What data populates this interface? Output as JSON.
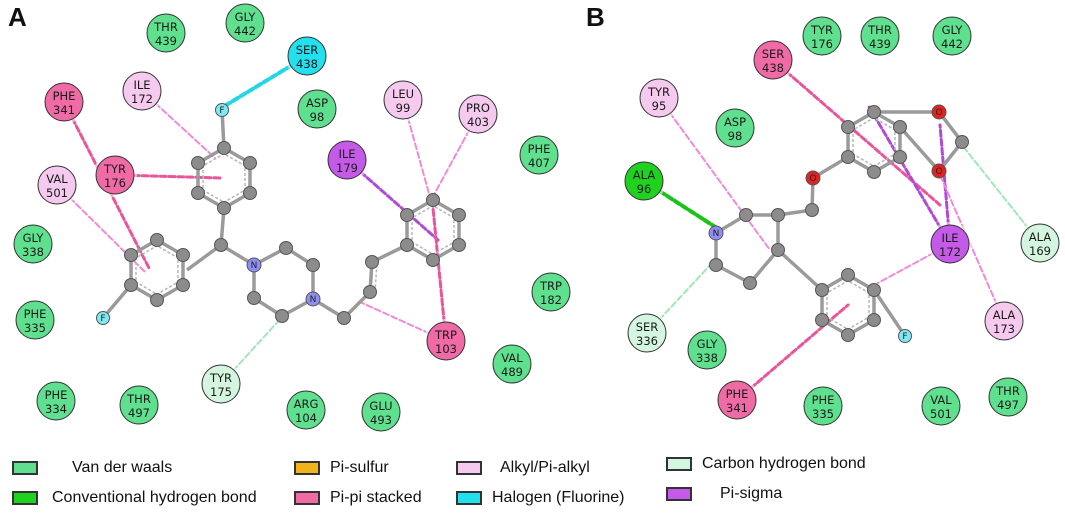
{
  "panels": [
    {
      "letter": "A"
    },
    {
      "letter": "B"
    }
  ],
  "residues_a": [
    {
      "n": "THR",
      "num": "439",
      "type": "vdw"
    },
    {
      "n": "GLY",
      "num": "442",
      "type": "vdw"
    },
    {
      "n": "SER",
      "num": "438",
      "type": "halogen"
    },
    {
      "n": "PHE",
      "num": "341",
      "type": "pipi"
    },
    {
      "n": "ILE",
      "num": "172",
      "type": "alkyl"
    },
    {
      "n": "ASP",
      "num": "98",
      "type": "vdw"
    },
    {
      "n": "LEU",
      "num": "99",
      "type": "alkyl"
    },
    {
      "n": "PRO",
      "num": "403",
      "type": "alkyl"
    },
    {
      "n": "TYR",
      "num": "176",
      "type": "pipi"
    },
    {
      "n": "ILE",
      "num": "179",
      "type": "pisigma"
    },
    {
      "n": "PHE",
      "num": "407",
      "type": "vdw"
    },
    {
      "n": "VAL",
      "num": "501",
      "type": "alkyl"
    },
    {
      "n": "GLY",
      "num": "338",
      "type": "vdw"
    },
    {
      "n": "TRP",
      "num": "182",
      "type": "vdw"
    },
    {
      "n": "PHE",
      "num": "335",
      "type": "vdw"
    },
    {
      "n": "TRP",
      "num": "103",
      "type": "pipi"
    },
    {
      "n": "VAL",
      "num": "489",
      "type": "vdw"
    },
    {
      "n": "TYR",
      "num": "175",
      "type": "chb"
    },
    {
      "n": "GLU",
      "num": "493",
      "type": "vdw"
    },
    {
      "n": "PHE",
      "num": "334",
      "type": "vdw"
    },
    {
      "n": "THR",
      "num": "497",
      "type": "vdw"
    },
    {
      "n": "ARG",
      "num": "104",
      "type": "vdw"
    }
  ],
  "residues_b": [
    {
      "n": "TYR",
      "num": "176",
      "type": "vdw"
    },
    {
      "n": "THR",
      "num": "439",
      "type": "vdw"
    },
    {
      "n": "GLY",
      "num": "442",
      "type": "vdw"
    },
    {
      "n": "SER",
      "num": "438",
      "type": "pipi"
    },
    {
      "n": "TYR",
      "num": "95",
      "type": "alkyl"
    },
    {
      "n": "ASP",
      "num": "98",
      "type": "vdw"
    },
    {
      "n": "ALA",
      "num": "96",
      "type": "hbond"
    },
    {
      "n": "ILE",
      "num": "172",
      "type": "pisigma"
    },
    {
      "n": "ALA",
      "num": "169",
      "type": "chb"
    },
    {
      "n": "ALA",
      "num": "173",
      "type": "alkyl"
    },
    {
      "n": "SER",
      "num": "336",
      "type": "chb"
    },
    {
      "n": "GLY",
      "num": "338",
      "type": "vdw"
    },
    {
      "n": "PHE",
      "num": "341",
      "type": "pipi"
    },
    {
      "n": "PHE",
      "num": "335",
      "type": "vdw"
    },
    {
      "n": "VAL",
      "num": "501",
      "type": "vdw"
    },
    {
      "n": "THR",
      "num": "497",
      "type": "vdw"
    }
  ],
  "atoms": {
    "fluorine": "F",
    "nitrogen": "N",
    "oxygen": "O"
  },
  "legend": [
    {
      "label": "Van der waals",
      "color": "#5ee08e"
    },
    {
      "label": "Conventional hydrogen bond",
      "color": "#1fd21f"
    },
    {
      "label": "Pi-sulfur",
      "color": "#f2b21a"
    },
    {
      "label": "Pi-pi stacked",
      "color": "#f06aa6"
    },
    {
      "label": "Alkyl/Pi-alkyl",
      "color": "#f6c9ee"
    },
    {
      "label": "Halogen (Fluorine)",
      "color": "#22e0ee"
    },
    {
      "label": "Carbon hydrogen bond",
      "color": "#d4f5e0"
    },
    {
      "label": "Pi-sigma",
      "color": "#c65ae8"
    }
  ],
  "colors": {
    "vdw": "#5ee08e",
    "hbond": "#1fd21f",
    "pipi": "#f06aa6",
    "alkyl": "#f6c9ee",
    "halogen": "#22e0ee",
    "chb": "#d4f5e0",
    "pisigma": "#c65ae8",
    "line_alkyl": "#f08ad8",
    "line_pipi": "#e8559a",
    "line_pisigma": "#b04bd6",
    "line_halogen": "#22d6e6",
    "line_hbond": "#19c419",
    "line_chb": "#9ee8b6",
    "carbon_atom": "#8c8c8c",
    "nitrogen_atom": "#8e8ef5",
    "oxygen_atom": "#e02222",
    "fluorine_atom": "#7fe8f5"
  }
}
